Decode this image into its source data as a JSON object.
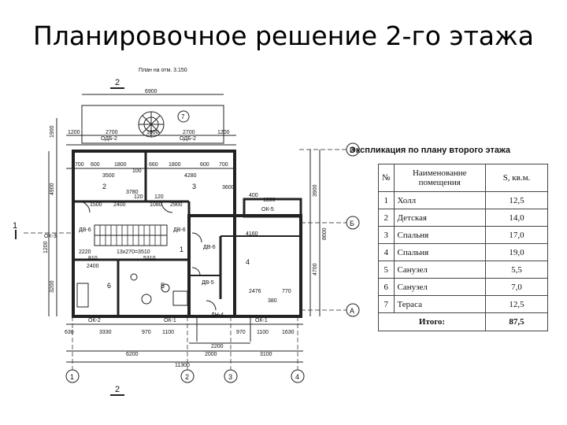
{
  "title": "Планировочное решение 2-го этажа",
  "plan": {
    "caption": "План на отм. 3.150",
    "section_mark": "2",
    "axis_rows": [
      "В",
      "Б",
      "А"
    ],
    "axis_cols": [
      "1",
      "2",
      "3",
      "4"
    ],
    "side_mark": "1",
    "terrace_room": "7",
    "dims_top": [
      "6900",
      "1200",
      "2700",
      "1800",
      "2700",
      "1200"
    ],
    "dims_top_inner": [
      "700",
      "600",
      "1800",
      "660",
      "1800",
      "600",
      "700"
    ],
    "dims_mid": [
      "3500",
      "4280",
      "1500",
      "2400",
      "1080",
      "2900",
      "120"
    ],
    "dims_small": [
      "100",
      "120",
      "400",
      "1800",
      "4160",
      "5310",
      "2400",
      "810",
      "2220",
      "3780",
      "3600",
      "2476",
      "770",
      "380"
    ],
    "stair_label": "13х270=3510",
    "dims_bottom": [
      "630",
      "3330",
      "970",
      "1100",
      "970",
      "1100",
      "1630"
    ],
    "dims_bottom2": [
      "2200",
      "2000",
      "3100",
      "6200",
      "11300"
    ],
    "dims_left": [
      "1900",
      "4900",
      "1200",
      "3200"
    ],
    "dims_right": [
      "3900",
      "8600",
      "4700"
    ],
    "windows": [
      "ОДБ-2",
      "ОДБ-2",
      "ОК-5",
      "ОК-3",
      "ОК-2",
      "ОК-1",
      "ОК-1"
    ],
    "doors": [
      "ДВ-6",
      "ДВ-6",
      "ДВ-6",
      "ДВ-5",
      "ДН-4"
    ],
    "rooms": [
      "2",
      "3",
      "1",
      "4",
      "6",
      "5"
    ]
  },
  "explication": {
    "title": "Экспликация по плану второго этажа",
    "headers": [
      "№",
      "Наименование помещения",
      "S, кв.м."
    ],
    "rows": [
      {
        "n": "1",
        "name": "Холл",
        "area": "12,5"
      },
      {
        "n": "2",
        "name": "Детская",
        "area": "14,0"
      },
      {
        "n": "3",
        "name": "Спальня",
        "area": "17,0"
      },
      {
        "n": "4",
        "name": "Спальня",
        "area": "19,0"
      },
      {
        "n": "5",
        "name": "Санузел",
        "area": "5,5"
      },
      {
        "n": "6",
        "name": "Санузел",
        "area": "7,0"
      },
      {
        "n": "7",
        "name": "Тераса",
        "area": "12,5"
      }
    ],
    "total_label": "Итого:",
    "total_value": "87,5"
  }
}
